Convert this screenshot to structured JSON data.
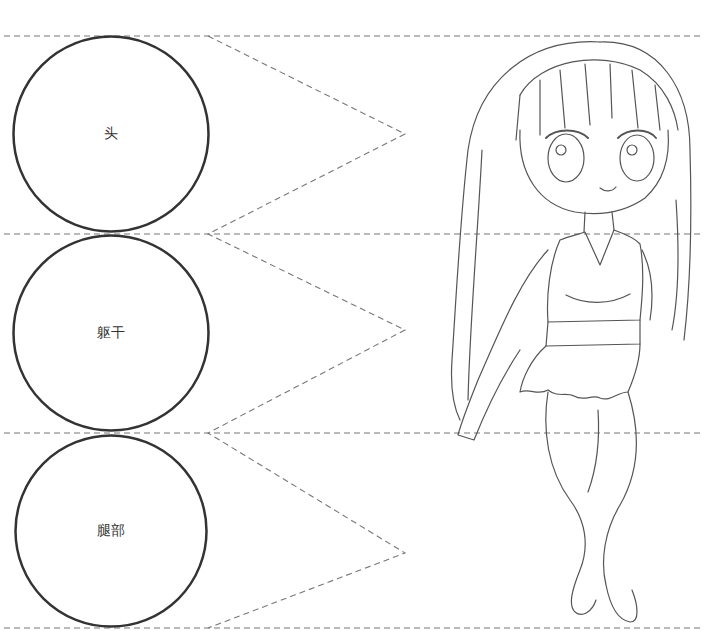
{
  "diagram": {
    "nodes": [
      {
        "text": [
          "头"
        ]
      },
      {
        "text": [
          "躯干"
        ]
      },
      {
        "text": [
          "腿部"
        ]
      }
    ]
  }
}
